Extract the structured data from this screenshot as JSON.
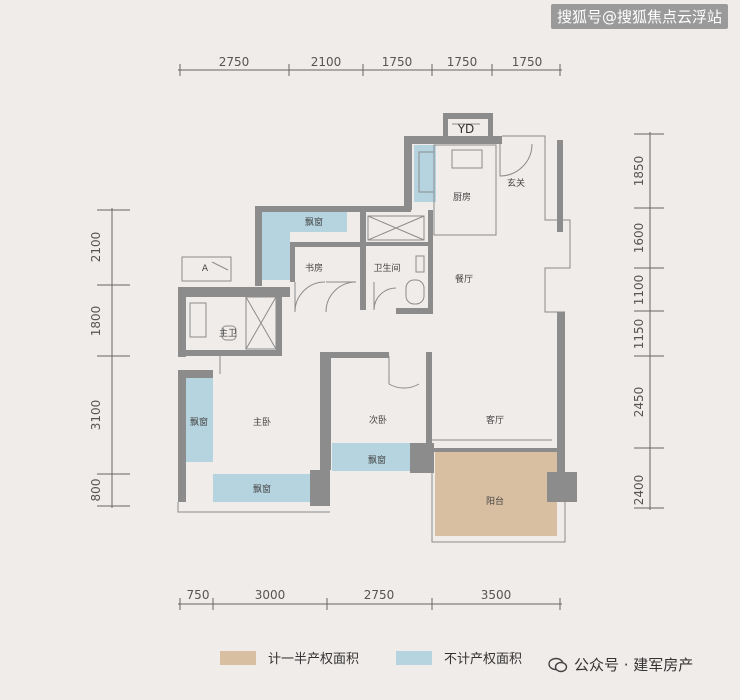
{
  "watermark": "搜狐号@搜狐焦点云浮站",
  "dims": {
    "top": [
      "2750",
      "2100",
      "1750",
      "1750",
      "1750"
    ],
    "bottom": [
      "750",
      "3000",
      "2750",
      "3500"
    ],
    "left": [
      "2100",
      "1800",
      "3100",
      "800"
    ],
    "right": [
      "1850",
      "1600",
      "1100",
      "1150",
      "2450",
      "2400"
    ]
  },
  "rooms": {
    "yd": "YD",
    "kitchen": "厨房",
    "entrance": "玄关",
    "bay_study": "飘窗",
    "study": "书房",
    "bathroom": "卫生间",
    "dining": "餐厅",
    "ensuite": "主卫",
    "bay_master_side": "飘窗",
    "master": "主卧",
    "second": "次卧",
    "living": "客厅",
    "bay_second": "飘窗",
    "bay_master_bottom": "飘窗",
    "balcony": "阳台",
    "ac": "A"
  },
  "legend": {
    "half_area": "计一半产权面积",
    "no_area": "不计产权面积"
  },
  "colors": {
    "half_area": "#d9bfa2",
    "no_area": "#b5d4df",
    "wall": "#8c8c8c",
    "background": "#f0ecea"
  },
  "footer": "公众号 · 建军房产"
}
